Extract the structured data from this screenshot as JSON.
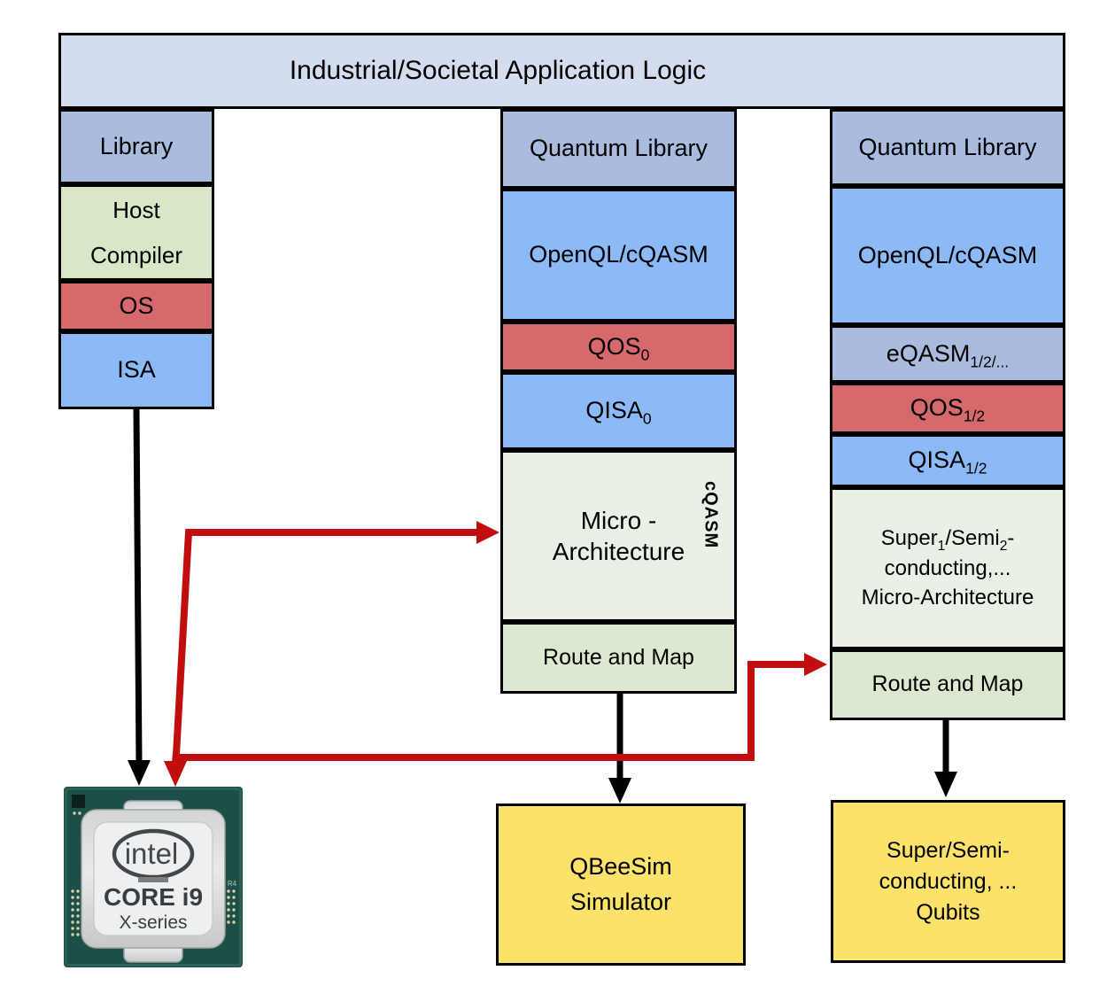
{
  "banner": {
    "label": "Industrial/Societal Application Logic"
  },
  "classical_stack": {
    "library": "Library",
    "host_compiler": [
      "Host",
      {
        "br": true
      },
      "Compiler"
    ],
    "os": "OS",
    "isa": "ISA"
  },
  "simulator_stack": {
    "quantum_library": "Quantum Library",
    "openql": "OpenQL/cQASM",
    "qos": [
      "QOS",
      {
        "t": "0",
        "sub": true
      }
    ],
    "qisa": [
      "QISA",
      {
        "t": "0",
        "sub": true
      }
    ],
    "micro_architecture": [
      "Micro -",
      {
        "br": true
      },
      "Architecture"
    ],
    "cqasm_vertical": "cQASM",
    "route_and_map": "Route and Map"
  },
  "hardware_stack": {
    "quantum_library": "Quantum Library",
    "openql": "OpenQL/cQASM",
    "eqasm": [
      "eQASM",
      {
        "t": "1/2/...",
        "sub": true
      }
    ],
    "qos": [
      "QOS",
      {
        "t": "1/2",
        "sub": true
      }
    ],
    "qisa": [
      "QISA",
      {
        "t": "1/2",
        "sub": true
      }
    ],
    "micro_architecture": [
      "Super",
      {
        "t": "1",
        "sub": true
      },
      "/Semi",
      {
        "t": "2",
        "sub": true
      },
      "-",
      {
        "br": true
      },
      "conducting,...",
      {
        "br": true
      },
      "Micro-Architecture"
    ],
    "route_and_map": "Route and Map"
  },
  "targets": {
    "cpu": {
      "brand": "intel",
      "model": "CORE i9",
      "series": "X-series",
      "marking": "R4"
    },
    "simulator": [
      "QBeeSim",
      {
        "br": true
      },
      "Simulator"
    ],
    "qubits": [
      "Super/Semi-",
      {
        "br": true
      },
      "conducting, ...",
      {
        "br": true
      },
      "Qubits"
    ]
  },
  "colors": {
    "banner-fill": "#d3ddef",
    "slate-fill": "#a9bcdf",
    "green-fill": "#d8e7c6",
    "red-fill": "#d6696c",
    "blue-fill": "#8bbaf7",
    "pale-fill": "#eaf0e5",
    "route-fill": "#dde8d1",
    "yellow-fill": "#fae26b",
    "arrow-red": "#c00d0d",
    "arrow-black": "#000000"
  }
}
